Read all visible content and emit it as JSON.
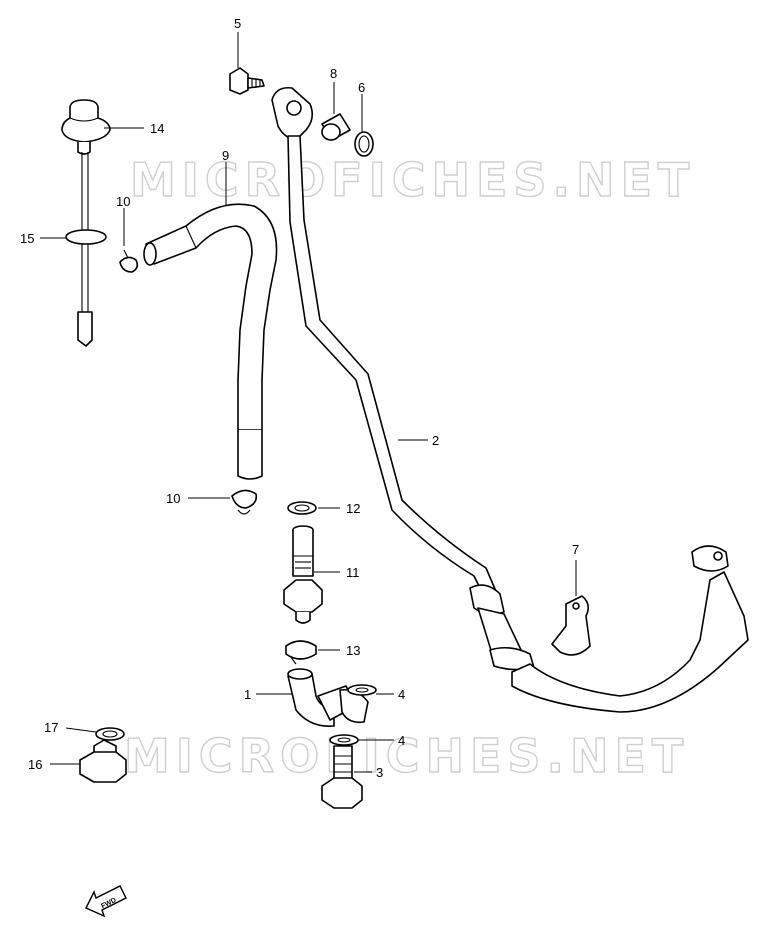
{
  "watermark": "MICROFICHES.NET",
  "fwd_label": "FWD",
  "callouts": {
    "c1": "1",
    "c2": "2",
    "c3": "3",
    "c4a": "4",
    "c4b": "4",
    "c5": "5",
    "c6": "6",
    "c7": "7",
    "c8": "8",
    "c9": "9",
    "c10a": "10",
    "c10b": "10",
    "c11": "11",
    "c12": "12",
    "c13": "13",
    "c14": "14",
    "c15": "15",
    "c16": "16",
    "c17": "17"
  }
}
